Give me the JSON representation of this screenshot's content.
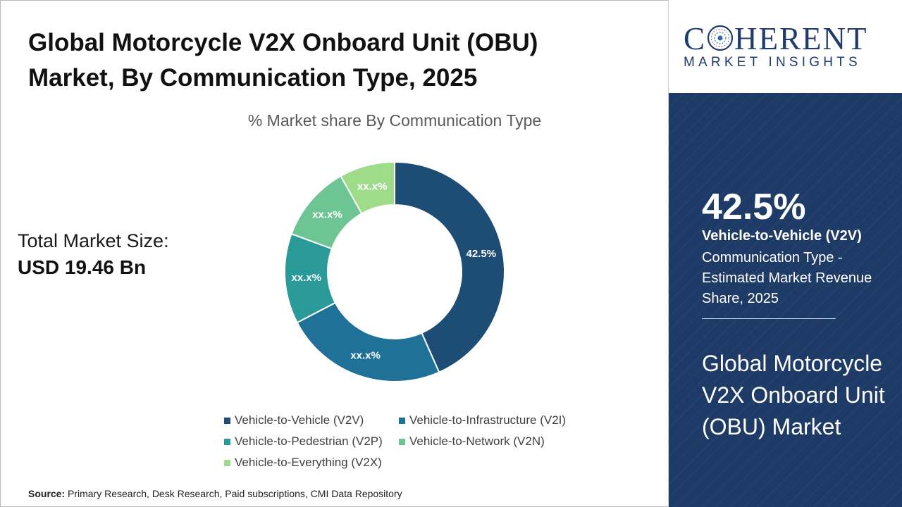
{
  "title_line1": "Global Motorcycle V2X Onboard Unit (OBU)",
  "title_line2": "Market, By Communication Type, 2025",
  "market_size": {
    "label": "Total Market Size:",
    "value": "USD 19.46 Bn"
  },
  "source": {
    "label": "Source:",
    "text": "Primary Research, Desk Research, Paid subscriptions, CMI Data Repository"
  },
  "logo": {
    "main_before": "C",
    "main_after": "HERENT",
    "sub": "MARKET INSIGHTS"
  },
  "side_panel": {
    "percent": "42.5%",
    "segment": "Vehicle-to-Vehicle (V2V)",
    "description": "Communication Type - Estimated Market Revenue Share, 2025",
    "market_name": "Global Motorcycle V2X Onboard Unit (OBU) Market"
  },
  "colors": {
    "panel_bg": "#1e3a66",
    "brand": "#1f3c6c"
  },
  "chart_data": {
    "type": "pie",
    "subtype": "donut",
    "title": "% Market share By Communication Type",
    "legend_position": "bottom",
    "slices": [
      {
        "name": "Vehicle-to-Vehicle (V2V)",
        "value": 42.5,
        "label": "42.5%",
        "color": "#1d4d75"
      },
      {
        "name": "Vehicle-to-Infrastructure (V2I)",
        "value": 23.5,
        "label": "xx.x%",
        "color": "#1f7197"
      },
      {
        "name": "Vehicle-to-Pedestrian (V2P)",
        "value": 13.0,
        "label": "xx.x%",
        "color": "#2a9a98"
      },
      {
        "name": "Vehicle-to-Network (V2N)",
        "value": 11.0,
        "label": "xx.x%",
        "color": "#6cc592"
      },
      {
        "name": "Vehicle-to-Everything (V2X)",
        "value": 8.0,
        "label": "xx.x%",
        "color": "#9edc8a"
      }
    ]
  }
}
